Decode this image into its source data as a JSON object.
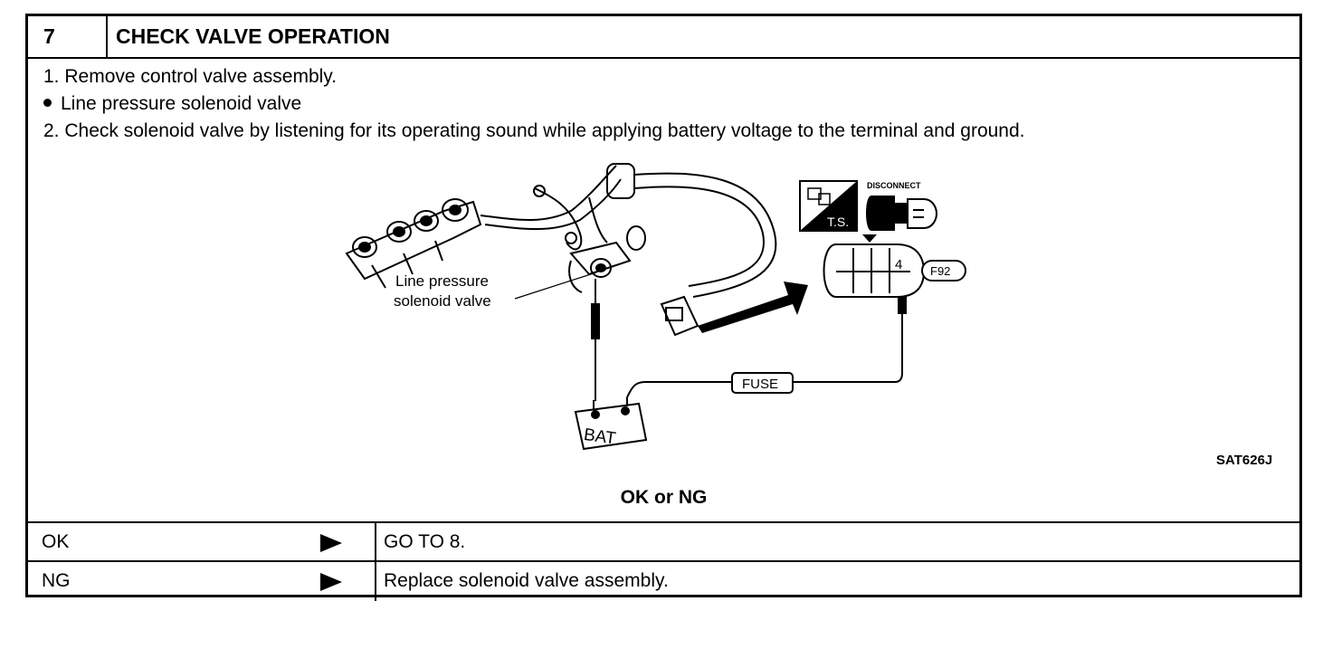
{
  "header": {
    "step_number": "7",
    "title": "CHECK VALVE OPERATION"
  },
  "instructions": [
    {
      "marker": "1.",
      "text": "Remove control valve assembly."
    },
    {
      "marker": "bullet",
      "text": "Line pressure solenoid valve"
    },
    {
      "marker": "2.",
      "text": "Check solenoid valve by listening for its operating sound while applying battery voltage to the terminal and ground."
    }
  ],
  "diagram": {
    "callout_line1": "Line pressure",
    "callout_line2": "solenoid valve",
    "battery_label": "BAT",
    "fuse_label": "FUSE",
    "terminal_number": "4",
    "connector_code": "F92",
    "disconnect_label": "DISCONNECT",
    "ts_label": "T.S.",
    "figure_code": "SAT626J"
  },
  "result_heading": "OK or NG",
  "results": [
    {
      "status": "OK",
      "action": "GO TO 8."
    },
    {
      "status": "NG",
      "action": "Replace solenoid valve assembly."
    }
  ]
}
